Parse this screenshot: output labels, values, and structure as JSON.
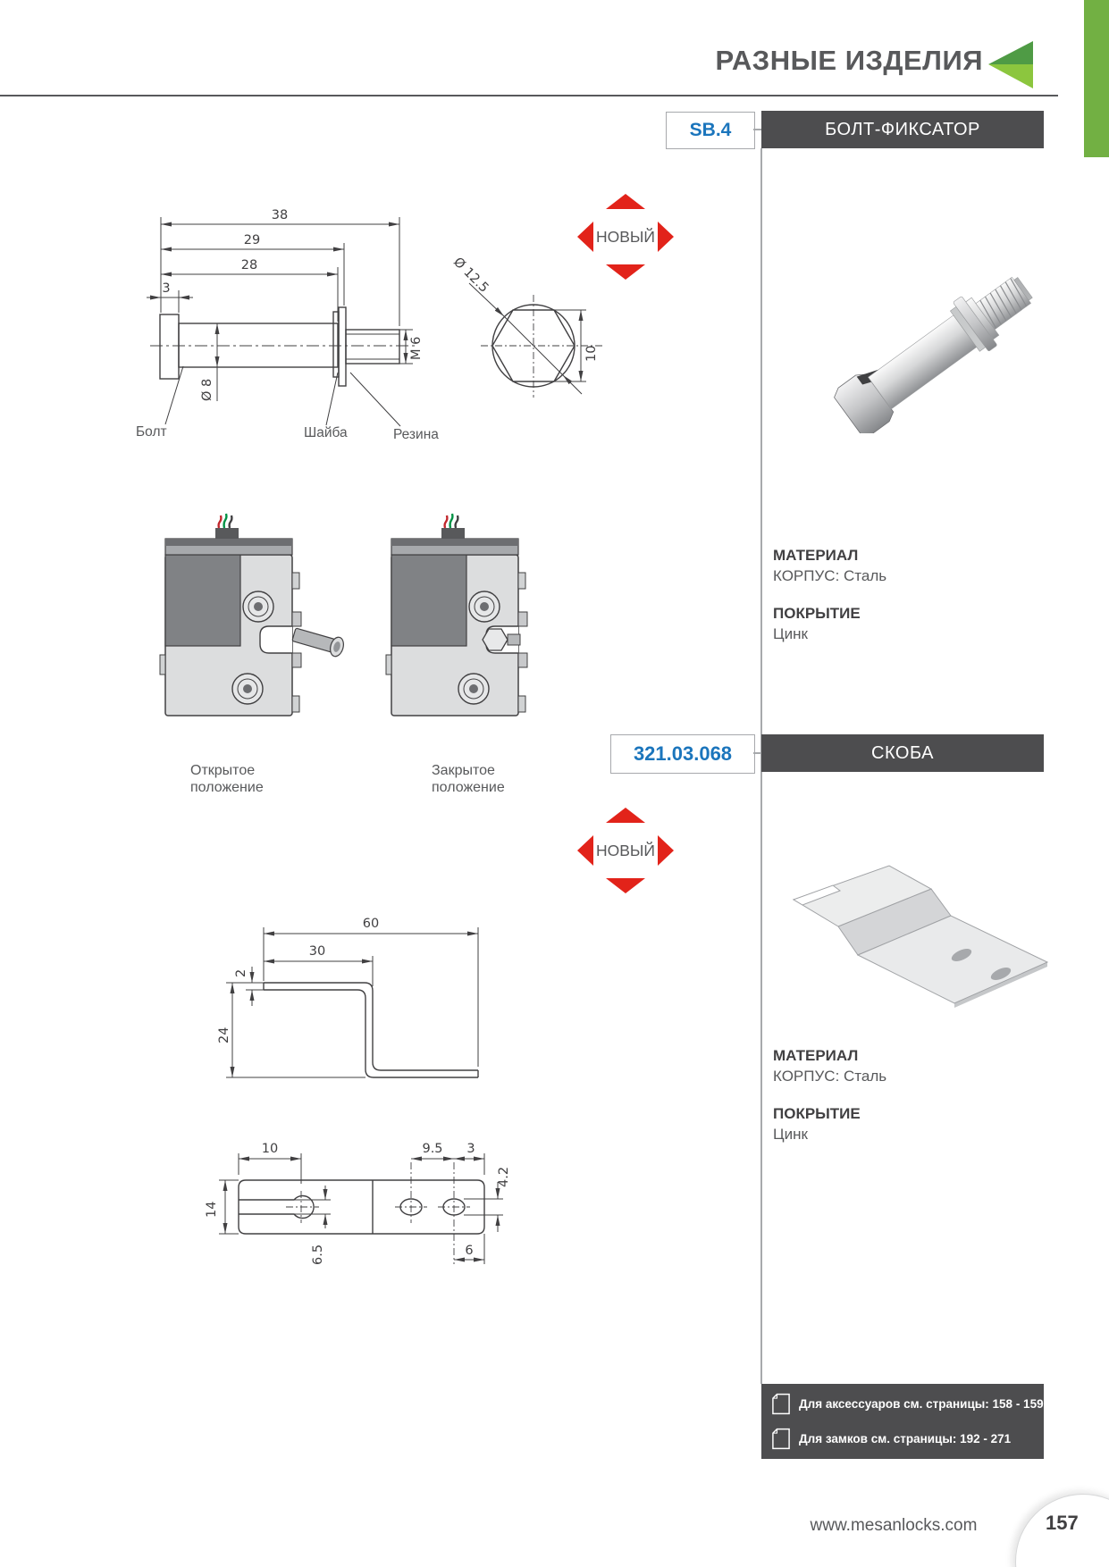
{
  "header": {
    "title": "РАЗНЫЕ ИЗДЕЛИЯ"
  },
  "colors": {
    "accent_green": "#72b043",
    "green_dark": "#4f9b45",
    "green_light": "#8cc63e",
    "badge_red": "#e2231a",
    "code_blue": "#1b75bc",
    "bar_bg": "#4d4d4f",
    "text_gray": "#58595b"
  },
  "sections": [
    {
      "code": "SB.4",
      "title": "БОЛТ-ФИКСАТОР",
      "badge": "НОВЫЙ",
      "specs": {
        "material_label": "МАТЕРИАЛ",
        "material_value": "КОРПУС: Сталь",
        "coating_label": "ПОКРЫТИЕ",
        "coating_value": "Цинк"
      },
      "drawing": {
        "dim_overall": "38",
        "dim_to_washer": "29",
        "dim_shank": "28",
        "dim_head": "3",
        "dim_shank_dia": "Ø 8",
        "dim_thread": "M 6",
        "dim_head_dia": "Ø 12.5",
        "dim_hex": "10",
        "label_bolt": "Болт",
        "label_washer": "Шайба",
        "label_rubber": "Резина"
      },
      "positions": [
        {
          "line1": "Открытое",
          "line2": "положение"
        },
        {
          "line1": "Закрытое",
          "line2": "положение"
        }
      ]
    },
    {
      "code": "321.03.068",
      "title": "СКОБА",
      "badge": "НОВЫЙ",
      "specs": {
        "material_label": "МАТЕРИАЛ",
        "material_value": "КОРПУС: Сталь",
        "coating_label": "ПОКРЫТИЕ",
        "coating_value": "Цинк"
      },
      "drawing": {
        "dim_length": "60",
        "dim_top": "30",
        "dim_thickness": "2",
        "dim_height": "24",
        "dim_slot_depth": "10",
        "dim_pitch": "9.5",
        "dim_edge": "3",
        "dim_hole_h": "4.2",
        "dim_width": "14",
        "dim_slot_w": "6.5",
        "dim_hole_w": "6"
      }
    }
  ],
  "footer": {
    "notes": [
      {
        "text": "Для аксессуаров см. страницы: 158 - 159"
      },
      {
        "text": "Для замков см. страницы: 192 - 271"
      }
    ],
    "website": "www.mesanlocks.com",
    "page_number": "157"
  }
}
